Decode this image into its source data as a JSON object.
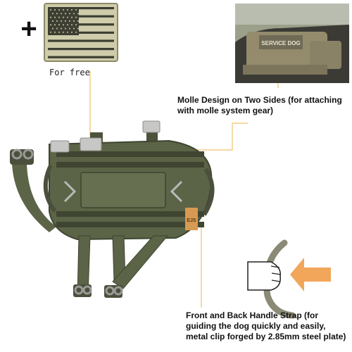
{
  "promo": {
    "plus_sign": "+",
    "free_label": "For free"
  },
  "inset_photo": {
    "patch_text": "SERVICE DOG"
  },
  "product": {
    "brand_tag": "EJS"
  },
  "captions": {
    "molle": "Molle Design on Two Sides (for attaching with molle system gear)",
    "handle": "Front and Back Handle Strap (for guiding the dog quickly and easily, metal clip forged by 2.85mm steel plate)"
  },
  "colors": {
    "olive": "#5b6446",
    "olive_dark": "#3f4531",
    "callout_line": "#f0c070",
    "arrow_orange": "#f2a65a",
    "flag_khaki": "#b8b58c",
    "flag_dark": "#3d3f33"
  }
}
